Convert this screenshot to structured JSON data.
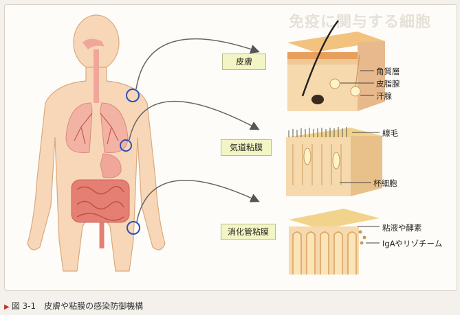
{
  "caption": {
    "marker": "▶",
    "text": "図 3-1　皮膚や粘膜の感染防御機構"
  },
  "bg_heading": "免疫に関与する細胞",
  "labels": {
    "skin": "皮膚",
    "airway": "気道粘膜",
    "digestive": "消化管粘膜"
  },
  "annotations": {
    "stratum_corneum": "角質層",
    "sebaceous_gland": "皮脂腺",
    "sweat_gland": "汗腺",
    "cilia": "線毛",
    "goblet_cell": "杯細胞",
    "mucus_enzymes": "粘液や酵素",
    "iga_lysozyme": "IgAやリゾチーム"
  },
  "colors": {
    "body": "#f7d7b8",
    "organ": "#f0a79a",
    "gut": "#e57f73",
    "label_bg": "#f3f5c4",
    "circle": "#2c4fb8",
    "skin_top": "#f2c27e"
  }
}
